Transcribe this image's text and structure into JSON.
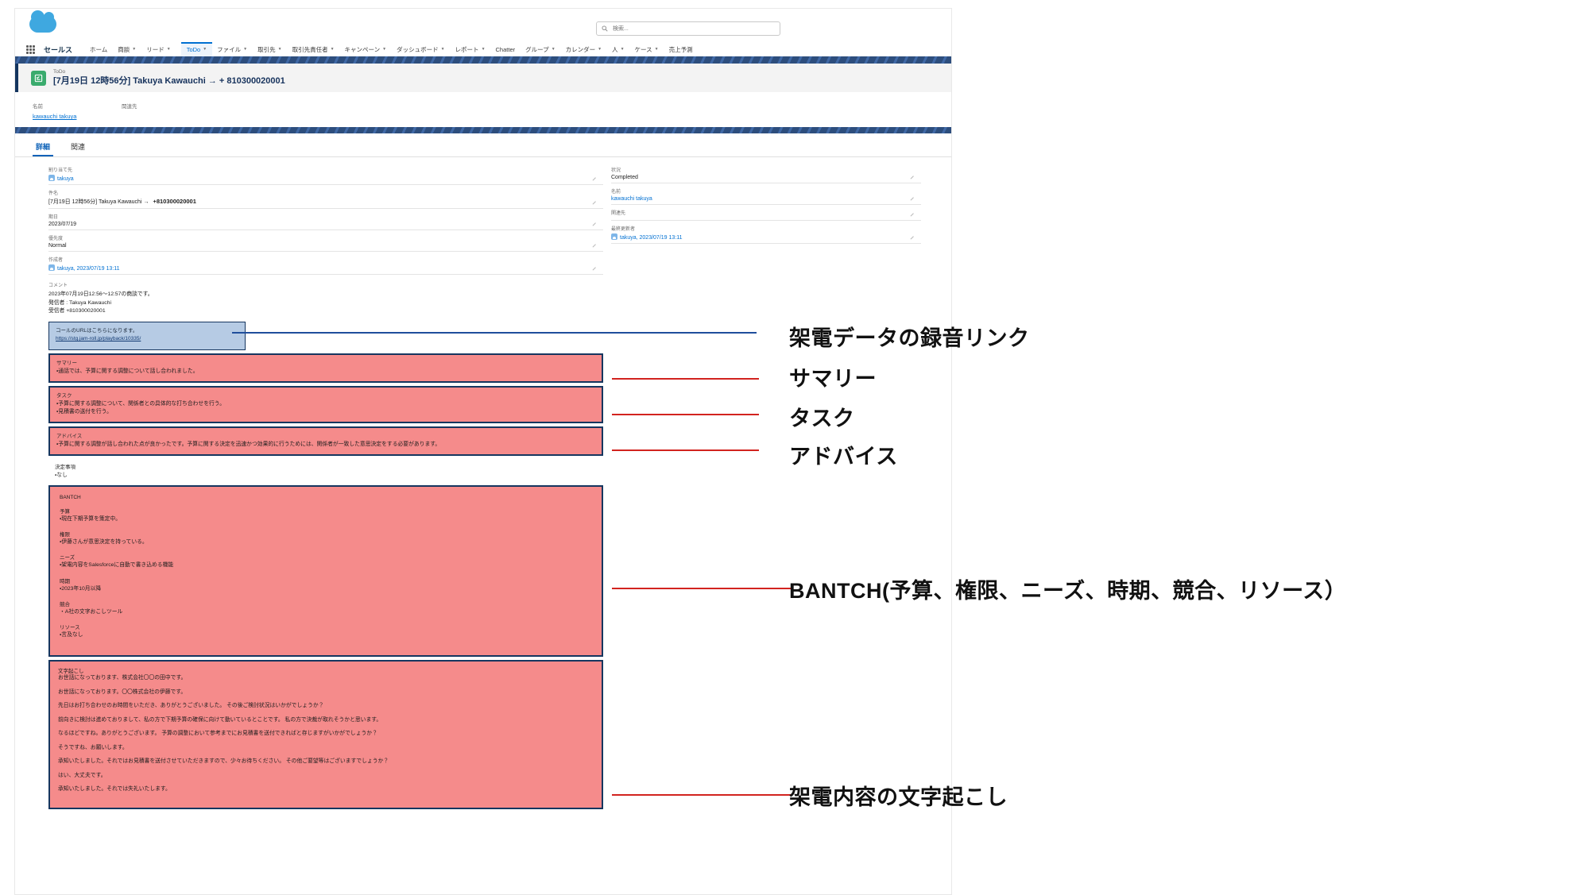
{
  "app": {
    "name": "セールス",
    "logo_icon": "salesforce-cloud-logo",
    "waffle_icon": "app-launcher-icon",
    "search": {
      "placeholder": "検索...",
      "value": "",
      "icon": "search-icon"
    },
    "nav_items": [
      {
        "label": "ホーム",
        "has_caret": false,
        "active": false
      },
      {
        "label": "商談",
        "has_caret": true,
        "active": false
      },
      {
        "label": "リード",
        "has_caret": true,
        "active": false
      },
      {
        "label": "ToDo",
        "has_caret": true,
        "active": true
      },
      {
        "label": "ファイル",
        "has_caret": true,
        "active": false
      },
      {
        "label": "取引先",
        "has_caret": true,
        "active": false
      },
      {
        "label": "取引先責任者",
        "has_caret": true,
        "active": false
      },
      {
        "label": "キャンペーン",
        "has_caret": true,
        "active": false
      },
      {
        "label": "ダッシュボード",
        "has_caret": true,
        "active": false
      },
      {
        "label": "レポート",
        "has_caret": true,
        "active": false
      },
      {
        "label": "Chatter",
        "has_caret": false,
        "active": false
      },
      {
        "label": "グループ",
        "has_caret": true,
        "active": false
      },
      {
        "label": "カレンダー",
        "has_caret": true,
        "active": false
      },
      {
        "label": "人",
        "has_caret": true,
        "active": false
      },
      {
        "label": "ケース",
        "has_caret": true,
        "active": false
      },
      {
        "label": "売上予測",
        "has_caret": false,
        "active": false
      }
    ]
  },
  "record": {
    "type_label": "ToDo",
    "icon": "task-record-icon",
    "title": "[7月19日 12時56分] Takuya Kawauchi → +  810300020001",
    "header_fields": [
      {
        "label": "名前",
        "value": "kawauchi takuya",
        "is_link": true
      },
      {
        "label": "関連先",
        "value": "",
        "is_link": false
      }
    ]
  },
  "tabs": [
    {
      "label": "詳細",
      "active": true
    },
    {
      "label": "関連",
      "active": false
    }
  ],
  "detail": {
    "left_fields": [
      {
        "label": "割り当て先",
        "value": "takuya",
        "link": true,
        "avatar": true
      },
      {
        "label": "件名",
        "value": "[7月19日 12時56分] Takuya Kawauchi →",
        "value_bold": "+810300020001",
        "link": false
      },
      {
        "label": "期日",
        "value": "2023/07/19",
        "link": false
      },
      {
        "label": "優先度",
        "value": "Normal",
        "link": false
      },
      {
        "label": "作成者",
        "value": "takuya, 2023/07/19 13:11",
        "link": true,
        "avatar": true
      }
    ],
    "right_fields": [
      {
        "label": "状況",
        "value": "Completed",
        "link": false
      },
      {
        "label": "名前",
        "value": "kawauchi takuya",
        "link": true
      },
      {
        "label": "関連先",
        "value": "",
        "link": false
      },
      {
        "label": "最終更新者",
        "value": "takuya, 2023/07/19 13:11",
        "link": true,
        "avatar": true
      }
    ],
    "edit_icon": "pencil-icon"
  },
  "comment": {
    "label": "コメント",
    "lines": [
      "2023年07月19日12:56〜12:57の商談です。",
      "発信者 : Takuya Kawauchi",
      "受信者  +810300020001"
    ],
    "url_box": {
      "text": "コールのURLはこちらになります。",
      "url": "https://stg.jam-roll.jp/playback/10335/"
    }
  },
  "ai_sections": {
    "summary": {
      "title": "サマリー",
      "lines": [
        "・通話では、予算に関する調整について話し合われました。"
      ],
      "highlighted": true
    },
    "task": {
      "title": "タスク",
      "lines": [
        "・予算に関する調整について、関係者との具体的な打ち合わせを行う。",
        "・見積書の送付を行う。"
      ],
      "highlighted": true
    },
    "advice": {
      "title": "アドバイス",
      "lines": [
        "・予算に関する調整が話し合われた点が良かったです。予算に関する決定を迅速かつ効果的に行うためには、関係者が一致した意思決定をする必要があります。"
      ],
      "highlighted": true
    },
    "decision": {
      "title": "決定事項",
      "lines": [
        "・なし"
      ],
      "highlighted": false
    },
    "bantch": {
      "title": "BANTCH",
      "groups": [
        {
          "title": "予算",
          "lines": [
            "・現在下期予算を策定中。"
          ]
        },
        {
          "title": "権限",
          "lines": [
            "・伊藤さんが意思決定を持っている。"
          ]
        },
        {
          "title": "ニーズ",
          "lines": [
            "・架電内容をSalesforceに自動で書き込める機能"
          ]
        },
        {
          "title": "時期",
          "lines": [
            "・2023年10月以降"
          ]
        },
        {
          "title": "競合",
          "lines": [
            "・A社の文字おこしツール"
          ]
        },
        {
          "title": "リソース",
          "lines": [
            "・言及なし"
          ]
        }
      ],
      "highlighted": true
    },
    "transcript": {
      "title": "文字起こし",
      "paragraphs": [
        "お世話になっております、株式会社〇〇の田中です。",
        "お世話になっております。〇〇株式会社の伊藤です。",
        " 先日はお打ち合わせのお時間をいただき、ありがとうございました。 その後ご検討状況はいかがでしょうか？",
        "前向きに検討は進めておりまして、私の方で下期予算の確保に向けて動いているとことです。 私の方で決裁が取れそうかと思います。",
        "なるほどですね。ありがとうございます。 予算の調整において参考までにお見積書を送付できればと存じますがいかがでしょうか？",
        "そうですね、お願いします。",
        "承知いたしました。それではお見積書を送付させていただきますので、少々お待ちください。 その他ご要望等はございますでしょうか？",
        "はい、大丈夫です。",
        "承知いたしました。それでは失礼いたします。"
      ],
      "highlighted": true
    }
  },
  "annotations": [
    {
      "text": "架電データの録音リンク",
      "connector_color": "#1f4e9c"
    },
    {
      "text": "サマリー",
      "connector_color": "#d2231f"
    },
    {
      "text": "タスク",
      "connector_color": "#d2231f"
    },
    {
      "text": "アドバイス",
      "connector_color": "#d2231f"
    },
    {
      "text": "BANTCH(予算、権限、ニーズ、時期、競合、リソース）",
      "connector_color": "#d2231f"
    },
    {
      "text": "架電内容の文字起こし",
      "connector_color": "#d2231f"
    }
  ]
}
